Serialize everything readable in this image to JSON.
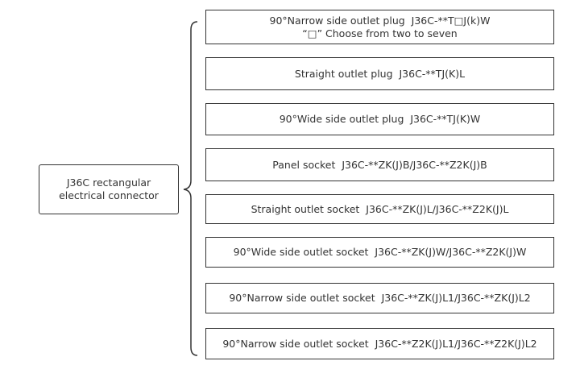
{
  "root": {
    "lines": [
      "J36C rectangular",
      "electrical connector"
    ]
  },
  "items": [
    {
      "lines": [
        "90°Narrow side outlet plug  J36C-**T□J(k)W",
        "“□” Choose from two to seven"
      ]
    },
    {
      "lines": [
        "Straight outlet plug  J36C-**TJ(K)L"
      ]
    },
    {
      "lines": [
        "90°Wide side outlet plug  J36C-**TJ(K)W"
      ]
    },
    {
      "lines": [
        "Panel socket  J36C-**ZK(J)B/J36C-**Z2K(J)B"
      ]
    },
    {
      "lines": [
        "Straight outlet socket  J36C-**ZK(J)L/J36C-**Z2K(J)L"
      ]
    },
    {
      "lines": [
        "90°Wide side outlet socket  J36C-**ZK(J)W/J36C-**Z2K(J)W"
      ]
    },
    {
      "lines": [
        "90°Narrow side outlet socket  J36C-**ZK(J)L1/J36C-**ZK(J)L2"
      ]
    },
    {
      "lines": [
        "90°Narrow side outlet socket  J36C-**Z2K(J)L1/J36C-**Z2K(J)L2"
      ]
    }
  ],
  "colors": {
    "line": "#333333",
    "text": "#333333",
    "background": "#ffffff"
  }
}
